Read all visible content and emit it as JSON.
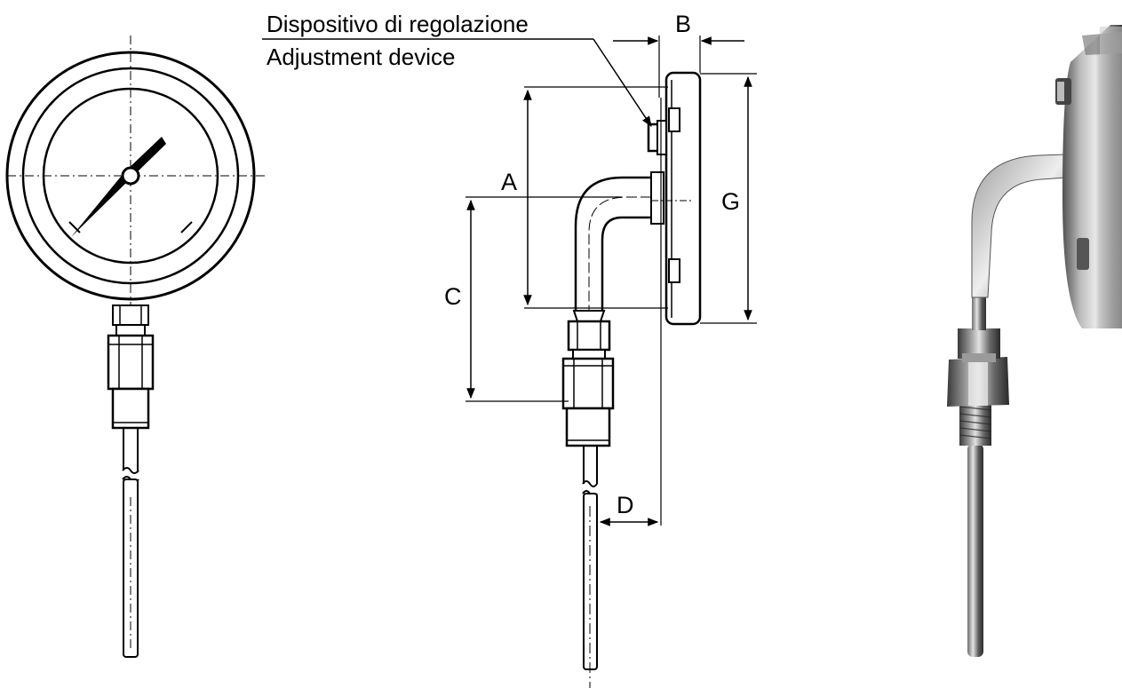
{
  "callout": {
    "line1": "Dispositivo di regolazione",
    "line2": "Adjustment device"
  },
  "dimensions": {
    "a": "A",
    "b": "B",
    "c": "C",
    "d": "D",
    "g": "G"
  },
  "colors": {
    "ink": "#000000",
    "paper": "#ffffff",
    "metal_dark": "#3a3a3a",
    "metal_mid": "#8a8a8a",
    "metal_light": "#d0d0d0"
  }
}
